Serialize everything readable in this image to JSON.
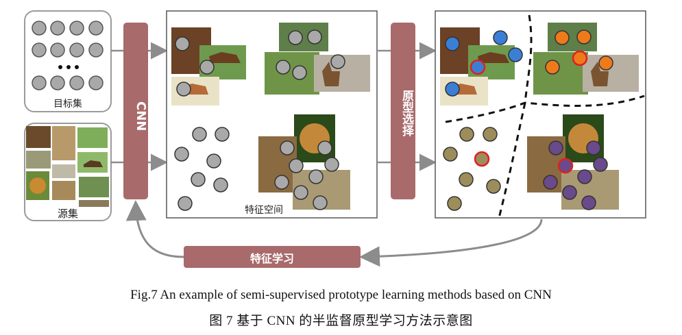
{
  "labels": {
    "target_set": "目标集",
    "source_set": "源集",
    "cnn": "CNN",
    "feature_space": "特征空间",
    "prototype_selection": "原型选择",
    "feature_learning": "特征学习",
    "ellipsis": "• • •"
  },
  "caption": {
    "en": "Fig.7    An example of semi-supervised prototype learning methods based on CNN",
    "zh": "图 7    基于 CNN 的半监督原型学习方法示意图"
  },
  "colors": {
    "module_fill": "#a86a6b",
    "point_gray": "#a9a9a9",
    "point_blue": "#3a7fd5",
    "point_orange": "#ee7a1a",
    "point_olive": "#9c8d5a",
    "point_purple": "#6a4a8a",
    "prototype_ring": "#e02020",
    "arrow": "#8c8c8c"
  },
  "icons": {
    "horse_images": "horse-photo-icon",
    "deer_images": "deer-photo-icon",
    "lion_images": "lion-photo-icon"
  }
}
